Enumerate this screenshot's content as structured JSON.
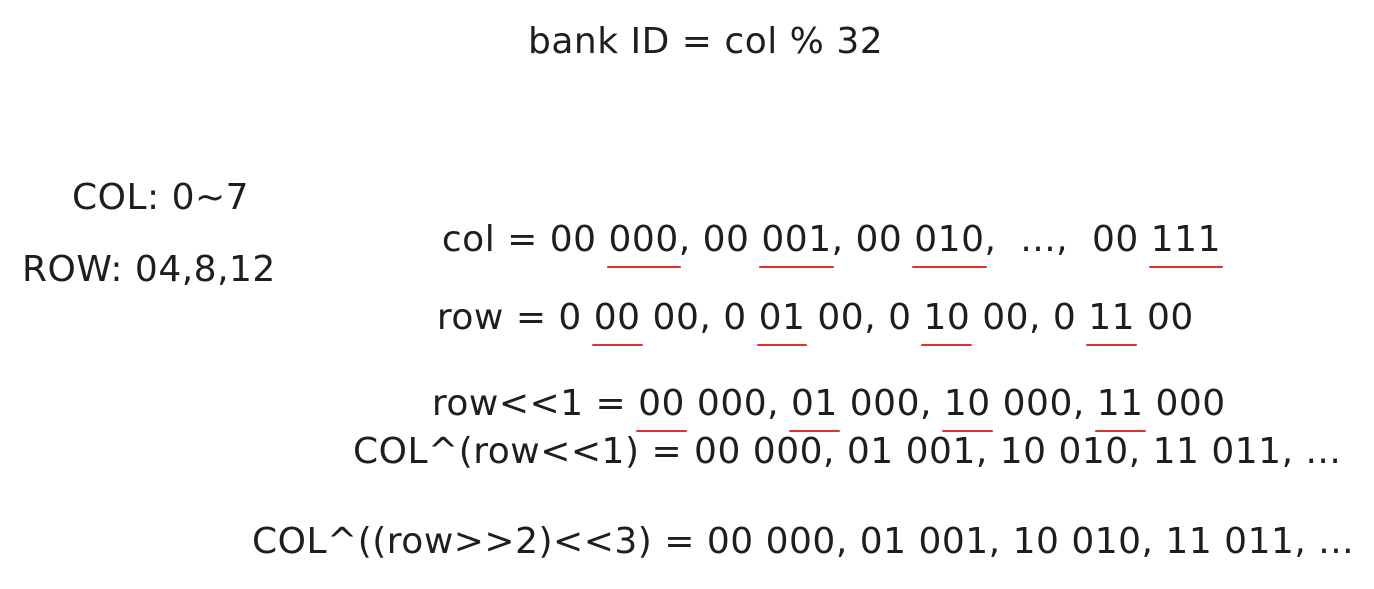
{
  "title": "bank ID = col % 32",
  "col_range": "COL: 0~7",
  "row_range": "ROW: 04,8,12",
  "col_line": {
    "prefix": "col = ",
    "items": [
      {
        "pre": "00 ",
        "hl": "000",
        "post": "",
        "sep": ", "
      },
      {
        "pre": "00 ",
        "hl": "001",
        "post": "",
        "sep": ", "
      },
      {
        "pre": "00 ",
        "hl": "010",
        "post": "",
        "sep": ",  ...,  "
      },
      {
        "pre": "00 ",
        "hl": "111",
        "post": "",
        "sep": ""
      }
    ]
  },
  "row_line": {
    "prefix": "row = ",
    "items": [
      {
        "pre": "0 ",
        "hl": "00",
        "post": " 00",
        "sep": ", "
      },
      {
        "pre": "0 ",
        "hl": "01",
        "post": " 00",
        "sep": ", "
      },
      {
        "pre": "0 ",
        "hl": "10",
        "post": " 00",
        "sep": ", "
      },
      {
        "pre": "0 ",
        "hl": "11",
        "post": " 00",
        "sep": ""
      }
    ]
  },
  "shift_line": {
    "prefix": "row<<1 = ",
    "items": [
      {
        "pre": "",
        "hl": "00",
        "post": " 000",
        "sep": ", "
      },
      {
        "pre": "",
        "hl": "01",
        "post": " 000",
        "sep": ", "
      },
      {
        "pre": "",
        "hl": "10",
        "post": " 000",
        "sep": ", "
      },
      {
        "pre": "",
        "hl": "11",
        "post": " 000",
        "sep": ""
      }
    ]
  },
  "xor1_line": "COL^(row<<1) = 00 000, 01 001, 10 010, 11 011, ...",
  "xor2_line": "COL^((row>>2)<<3) = 00 000, 01 001, 10 010, 11 011, ...",
  "colors": {
    "text": "#1e1e1e",
    "underline": "#e03131"
  }
}
